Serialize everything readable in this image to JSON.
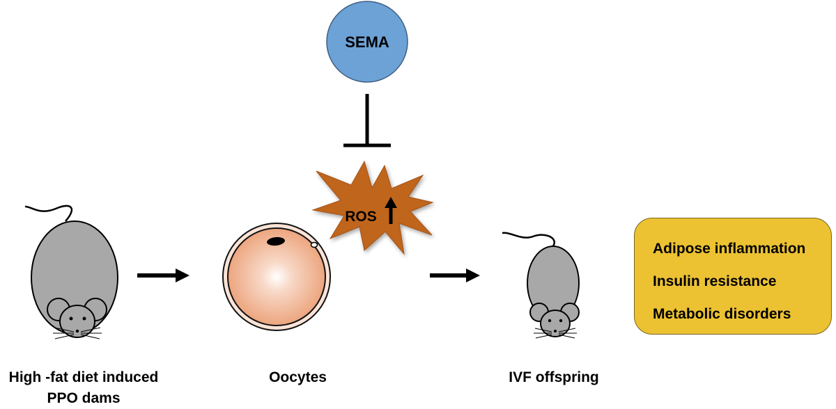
{
  "sema": {
    "label": "SEMA",
    "color": "#6da2d6"
  },
  "ros": {
    "label": "ROS",
    "color": "#c0651e",
    "direction_icon": "up-arrow-icon"
  },
  "dam": {
    "label_line1": "High -fat diet induced",
    "label_line2": "PPO dams"
  },
  "oocyte": {
    "label": "Oocytes"
  },
  "offspring": {
    "label": "IVF offspring"
  },
  "outcomes": {
    "color": "#ecc232",
    "items": [
      "Adipose inflammation",
      "Insulin resistance",
      "Metabolic disorders"
    ]
  },
  "relations": [
    {
      "from": "dam",
      "to": "oocyte",
      "type": "arrow"
    },
    {
      "from": "oocyte",
      "to": "offspring",
      "type": "arrow"
    },
    {
      "from": "sema",
      "to": "ros",
      "type": "inhibition"
    }
  ]
}
